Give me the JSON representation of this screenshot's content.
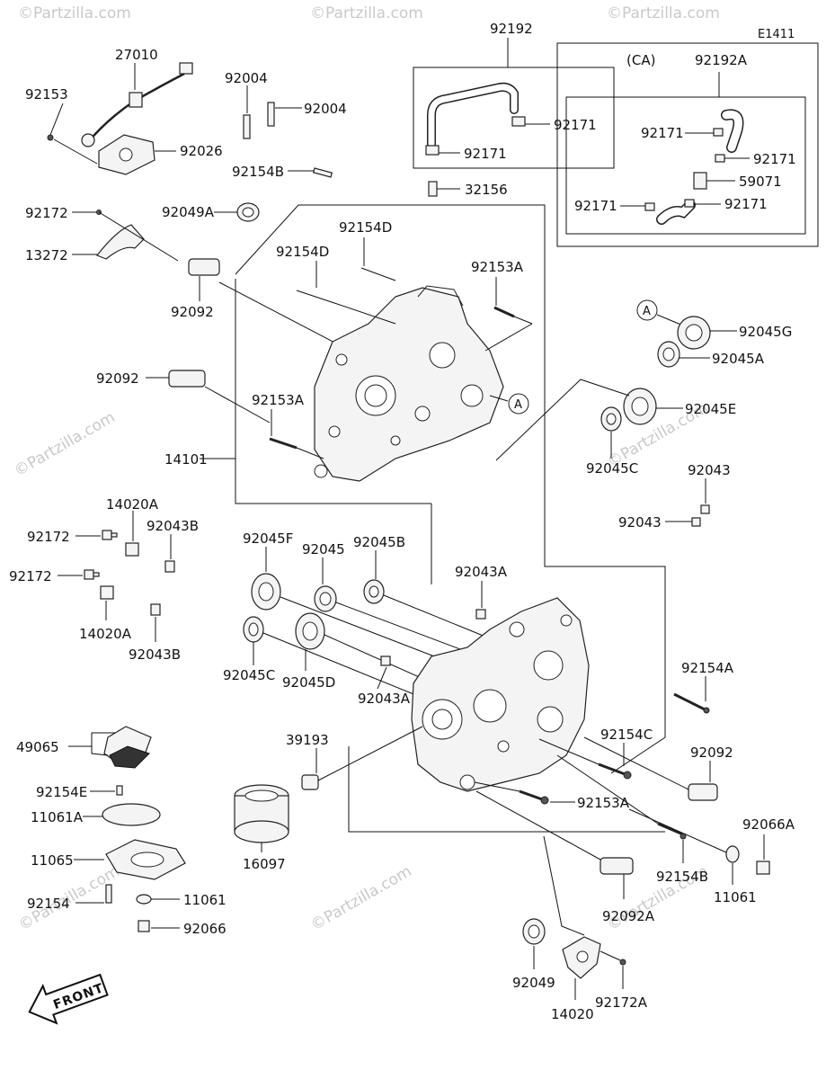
{
  "diagram_code": "E1411",
  "variant_label": "(CA)",
  "callout_marker": "A",
  "front_label": "FRONT",
  "watermark": "©Partzilla.com",
  "labels": {
    "p92192": "92192",
    "p92192A": "92192A",
    "p27010": "27010",
    "p92153": "92153",
    "p92026": "92026",
    "p92004_a": "92004",
    "p92004_b": "92004",
    "p92154B_top": "92154B",
    "p92171_1": "92171",
    "p92171_2": "92171",
    "p92171_3": "92171",
    "p92171_4": "92171",
    "p92171_5": "92171",
    "p92171_6": "92171",
    "p59071": "59071",
    "p32156": "32156",
    "p92172_top": "92172",
    "p92049A": "92049A",
    "p13272": "13272",
    "p92154D_a": "92154D",
    "p92154D_b": "92154D",
    "p92153A_a": "92153A",
    "p92092_a": "92092",
    "p92045G": "92045G",
    "p92045A": "92045A",
    "p92092_b": "92092",
    "p92153A_b": "92153A",
    "p92045E": "92045E",
    "p14101": "14101",
    "p92045C_a": "92045C",
    "p92043_a": "92043",
    "p92043_b": "92043",
    "p14020A_a": "14020A",
    "p92043B_a": "92043B",
    "p92172_a": "92172",
    "p92172_b": "92172",
    "p14020A_b": "14020A",
    "p92043B_b": "92043B",
    "p92045F": "92045F",
    "p92045": "92045",
    "p92045B": "92045B",
    "p92043A_a": "92043A",
    "p92045C_b": "92045C",
    "p92045D": "92045D",
    "p92043A_b": "92043A",
    "p92154A": "92154A",
    "p49065": "49065",
    "p39193": "39193",
    "p92154C": "92154C",
    "p92092_c": "92092",
    "p92154E": "92154E",
    "p11061A": "11061A",
    "p92153A_c": "92153A",
    "p92066A": "92066A",
    "p11065": "11065",
    "p16097": "16097",
    "p92154B_b": "92154B",
    "p11061_b": "11061",
    "p92154": "92154",
    "p11061_a": "11061",
    "p92092A": "92092A",
    "p92066": "92066",
    "p92049": "92049",
    "p92172A": "92172A",
    "p14020": "14020"
  }
}
